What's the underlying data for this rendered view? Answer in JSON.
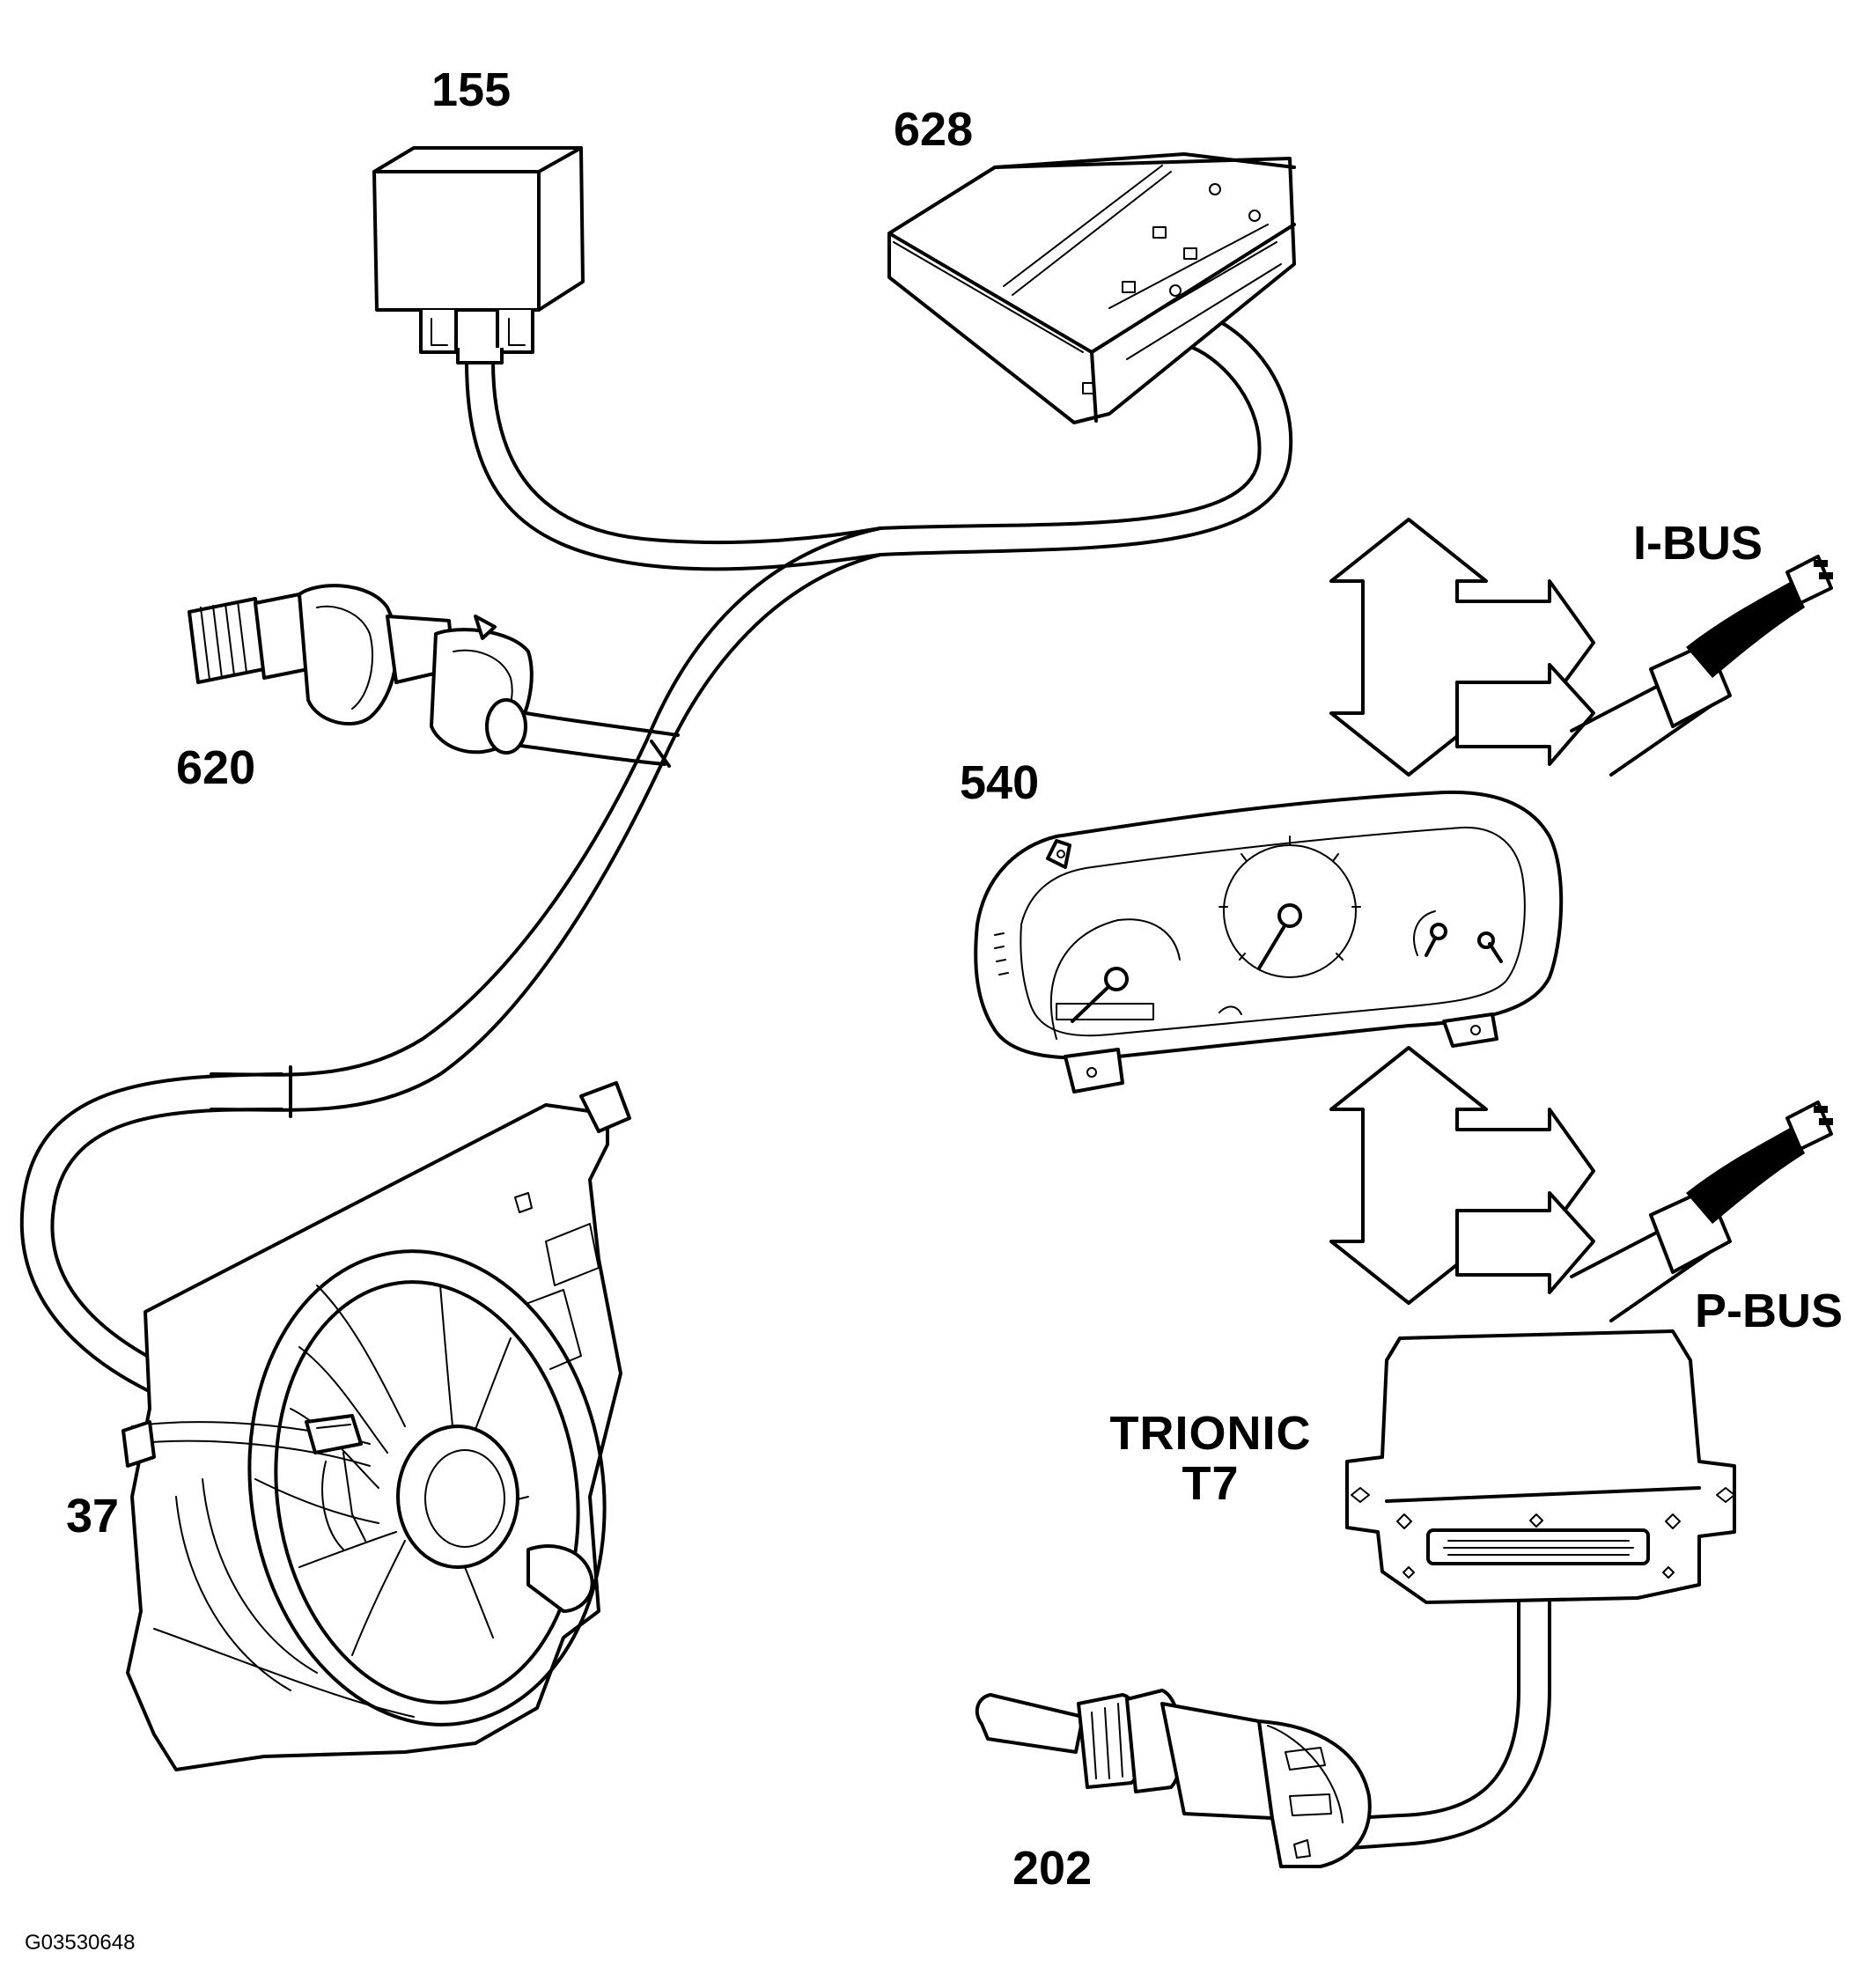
{
  "labels": {
    "relay": "155",
    "radio_unit": "628",
    "pressure_switch": "620",
    "instrument_cluster": "540",
    "fan": "37",
    "temp_sensor": "202",
    "i_bus": "I-BUS",
    "p_bus": "P-BUS",
    "ecu_line1": "TRIONIC",
    "ecu_line2": "T7"
  },
  "figure_code": "G03530648"
}
